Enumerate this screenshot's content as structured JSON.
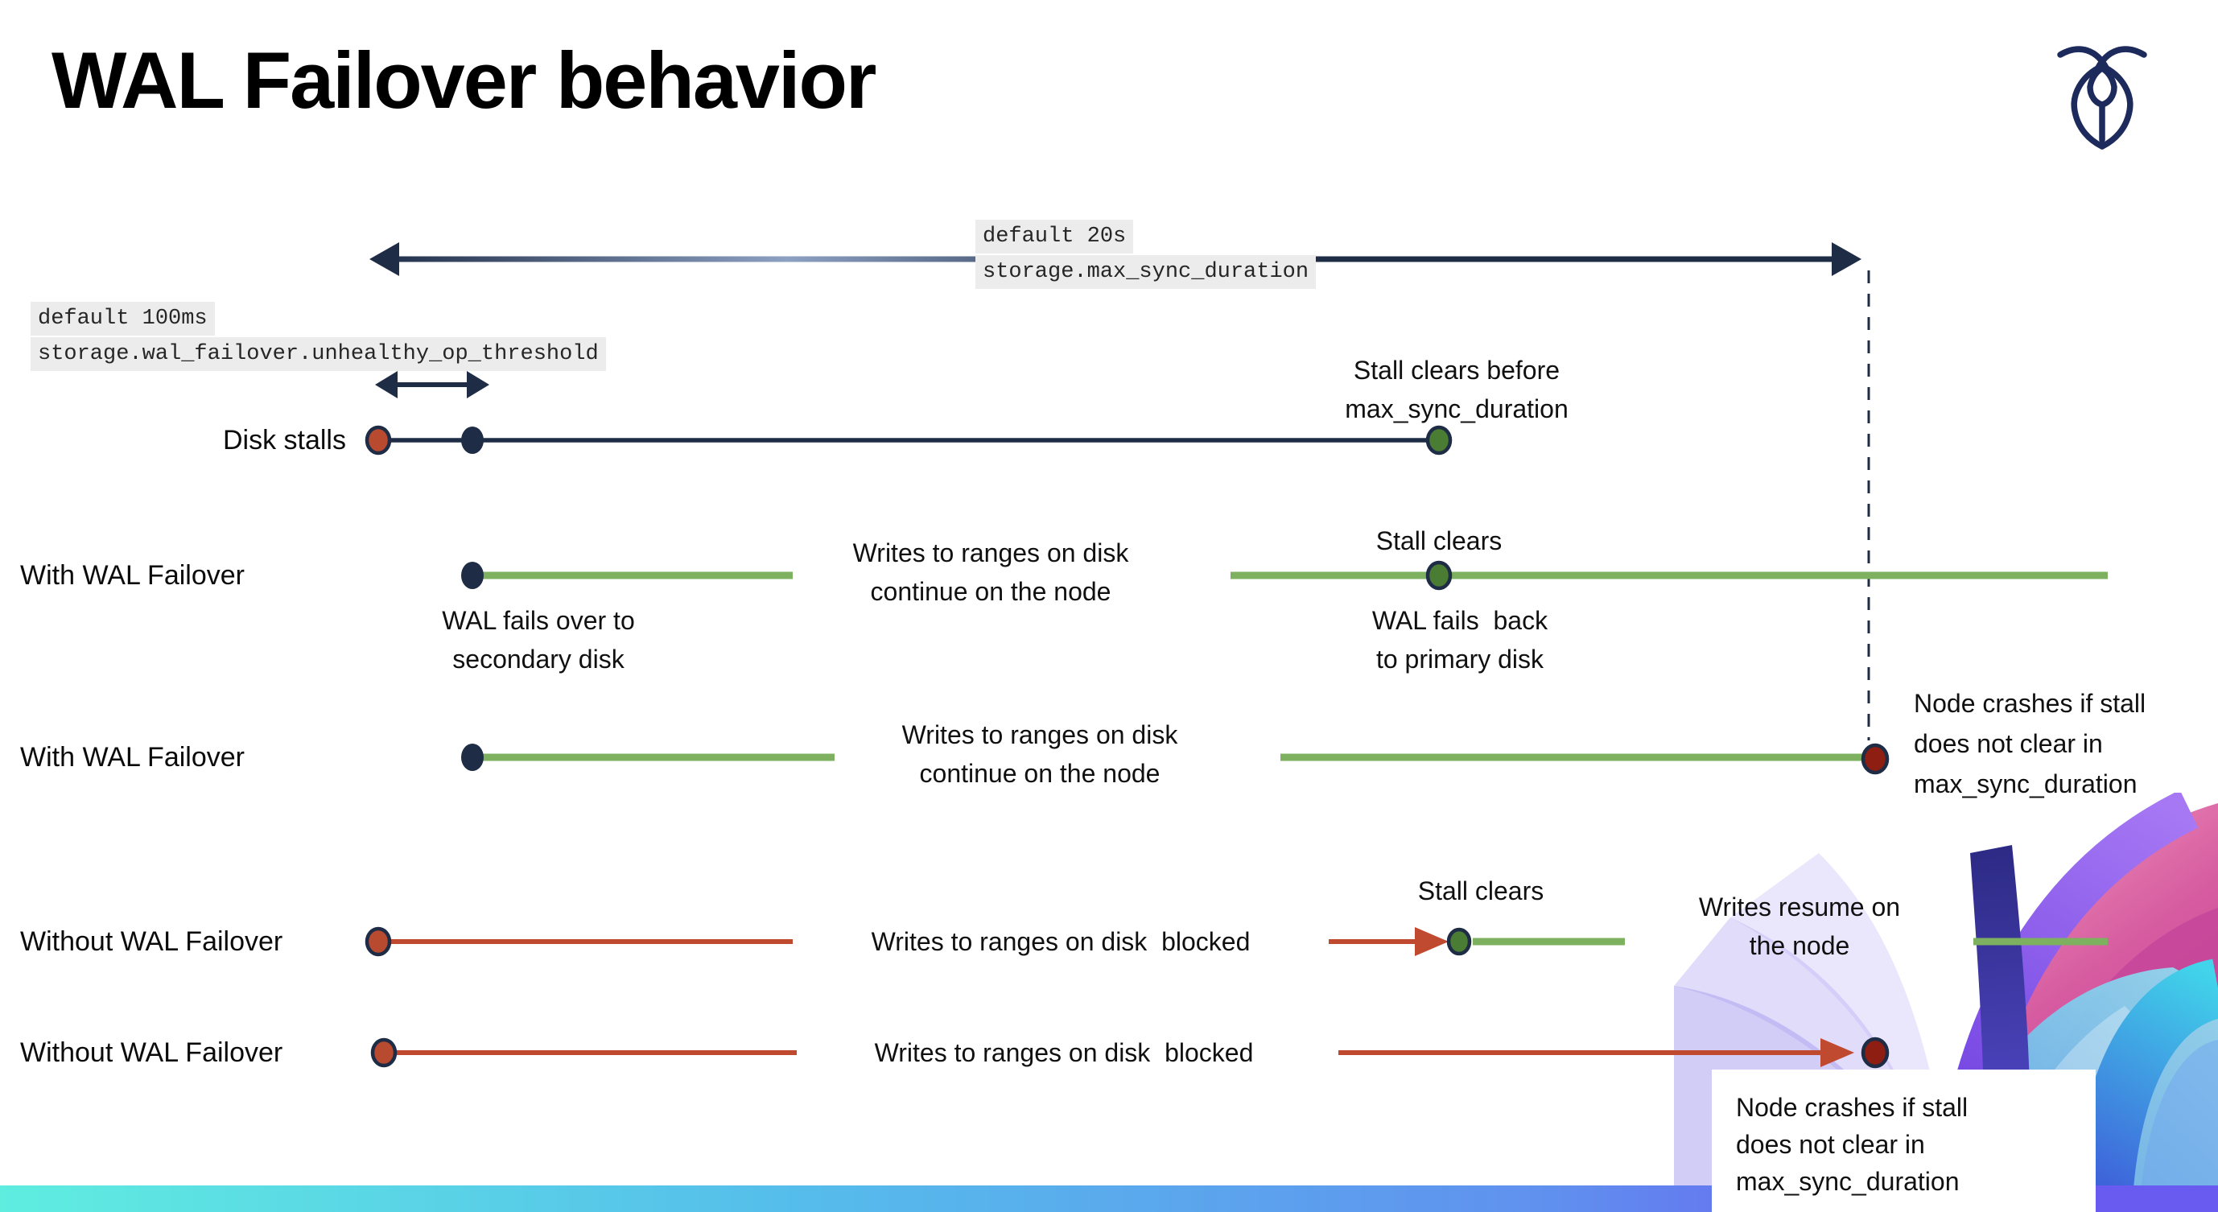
{
  "title": "WAL Failover behavior",
  "icons": {
    "logo": "cockroachdb-roach-icon",
    "corner_art": "cockroachdb-corner-art"
  },
  "config_labels": {
    "max_sync_duration": {
      "default_value": "default 20s",
      "setting": "storage.max_sync_duration"
    },
    "unhealthy_op_threshold": {
      "default_value": "default 100ms",
      "setting": "storage.wal_failover.unhealthy_op_threshold"
    }
  },
  "rows": [
    {
      "label": "Disk stalls"
    },
    {
      "label": "With WAL Failover"
    },
    {
      "label": "With WAL Failover"
    },
    {
      "label": "Without WAL Failover"
    },
    {
      "label": "Without WAL Failover"
    }
  ],
  "annotations": {
    "stall_clears_before": "Stall clears before\nmax_sync_duration",
    "stall_clears_row2": "Stall clears",
    "wal_fails_over": "WAL fails over to\nsecondary disk",
    "writes_continue_row2": "Writes to ranges on disk\ncontinue on the node",
    "wal_fails_back": "WAL fails  back\nto primary disk",
    "writes_continue_row3": "Writes to ranges on disk\ncontinue on the node",
    "node_crashes_row3": "Node crashes if stall\ndoes not clear in\nmax_sync_duration",
    "writes_blocked_row4": "Writes to ranges on disk  blocked",
    "stall_clears_row4": "Stall clears",
    "writes_resume": "Writes resume on\nthe node",
    "writes_blocked_row5": "Writes to ranges on disk  blocked",
    "node_crashes_row5": "Node crashes if stall\ndoes not clear in\nmax_sync_duration"
  },
  "colors": {
    "navy": "#1E2C46",
    "green_line": "#7DB15F",
    "green_dot": "#4A7D33",
    "red_line": "#C04A2F",
    "red_dot": "#B84A30",
    "dark_red_dot": "#8E1D12",
    "code_background": "#ECECEC",
    "bottom_bar_gradient": [
      "#5FEDE0",
      "#55BEEB",
      "#6090EF",
      "#6A5BF0"
    ]
  }
}
